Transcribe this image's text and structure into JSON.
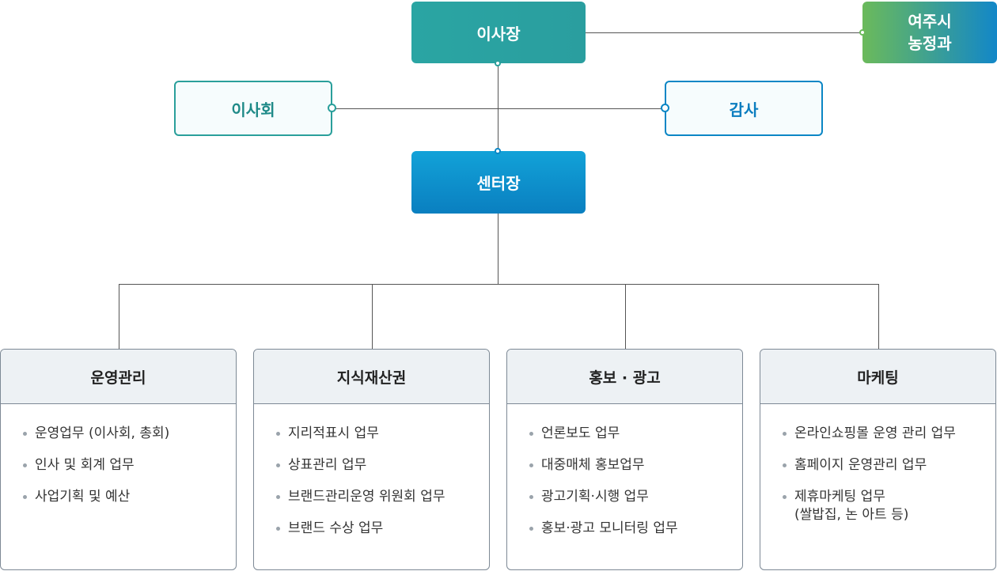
{
  "chairman": "이사장",
  "city_office": "여주시\n농정과",
  "board": "이사회",
  "audit": "감사",
  "center_director": "센터장",
  "departments": [
    {
      "title": "운영관리",
      "items": [
        "운영업무 (이사회, 총회)",
        "인사 및 회계 업무",
        "사업기획 및 예산"
      ]
    },
    {
      "title": "지식재산권",
      "items": [
        "지리적표시 업무",
        "상표관리 업무",
        "브랜드관리운영 위원회 업무",
        "브랜드 수상 업무"
      ]
    },
    {
      "title": "홍보 · 광고",
      "items": [
        "언론보도 업무",
        "대중매체 홍보업무",
        "광고기획·시행 업무",
        "홍보·광고 모니터링 업무"
      ]
    },
    {
      "title": "마케팅",
      "items": [
        "온라인쇼핑몰 운영 관리 업무",
        "홈페이지 운영관리 업무",
        "제휴마케팅 업무\n(쌀밥집, 논 아트 등)"
      ]
    }
  ]
}
